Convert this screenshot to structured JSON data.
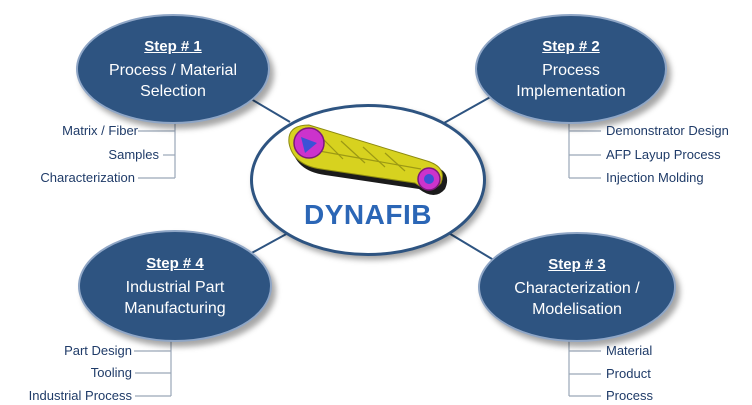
{
  "center": {
    "title": "DYNAFIB"
  },
  "steps": [
    {
      "number": "Step # 1",
      "title_lines": [
        "Process / Material",
        "Selection"
      ]
    },
    {
      "number": "Step # 2",
      "title_lines": [
        "Process",
        "Implementation"
      ]
    },
    {
      "number": "Step # 3",
      "title_lines": [
        "Characterization /",
        "Modelisation"
      ]
    },
    {
      "number": "Step # 4",
      "title_lines": [
        "Industrial Part",
        "Manufacturing"
      ]
    }
  ],
  "step1_items": [
    "Matrix / Fiber",
    "Samples",
    "Characterization"
  ],
  "step2_items": [
    "Demonstrator Design",
    "AFP Layup Process",
    "Injection Molding"
  ],
  "step3_items": [
    "Material",
    "Product",
    "Process"
  ],
  "step4_items": [
    "Part Design",
    "Tooling",
    "Industrial Process"
  ],
  "colors": {
    "node_fill": "#2e5481",
    "center_title": "#2b66b6",
    "part_yellow": "#d7d21f",
    "part_magenta": "#cc33cc"
  }
}
